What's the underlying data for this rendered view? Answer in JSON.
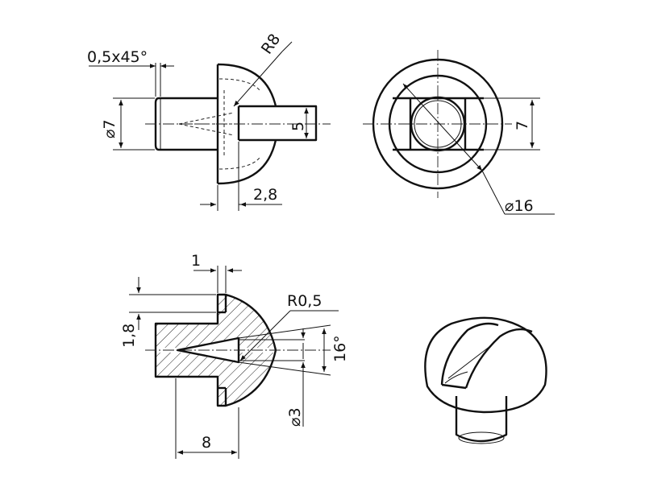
{
  "dimensions": {
    "chamfer": "0,5x45°",
    "radius_head": "R8",
    "diameter_shank": "⌀7",
    "slot_width": "5",
    "slot_offset": "2,8",
    "top_width": "7",
    "top_diameter": "⌀16",
    "section_step": "1",
    "section_height": "1,8",
    "section_radius": "R0,5",
    "section_angle": "16°",
    "section_diameter": "⌀3",
    "section_length": "8"
  },
  "colors": {
    "line": "#111111",
    "background": "#ffffff"
  }
}
